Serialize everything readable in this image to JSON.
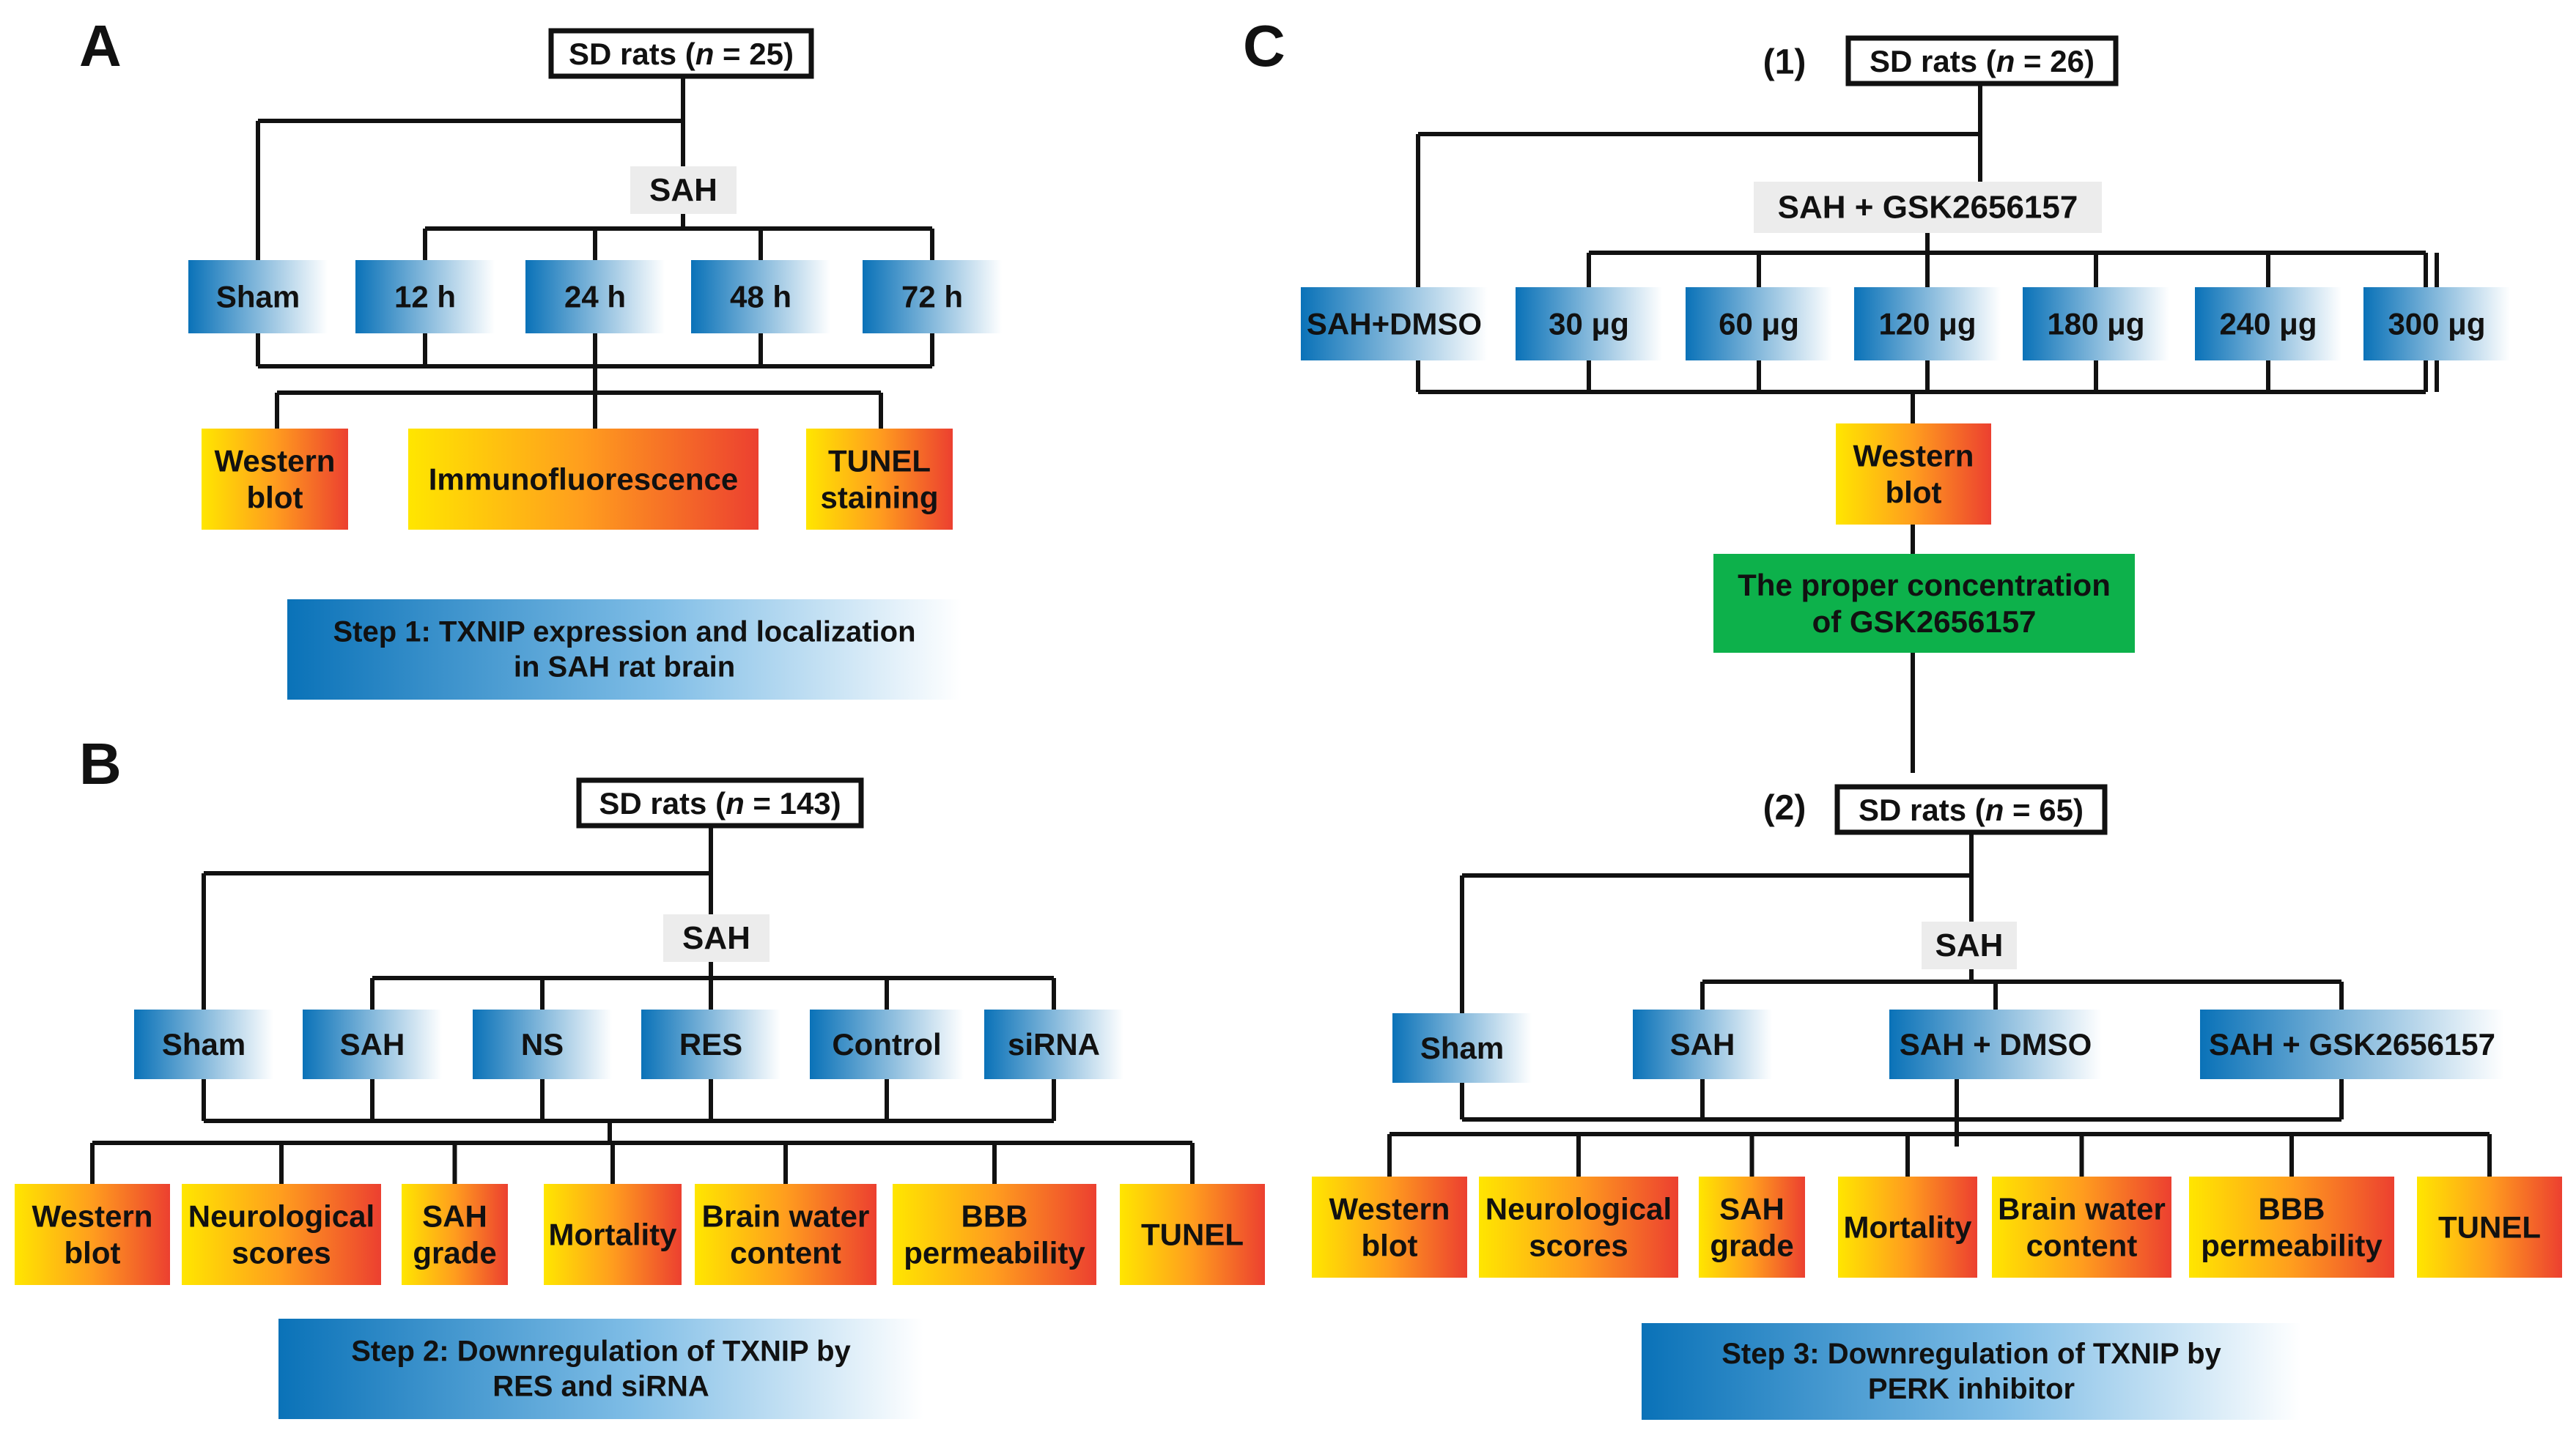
{
  "colors": {
    "blue": "#0a72b8",
    "blue_fade": "#ffffff",
    "yellow": "#ffe600",
    "orange": "#ff8a1f",
    "red": "#ec4030",
    "green": "#0db14b",
    "gray_label": "#ececec",
    "line": "#111111"
  },
  "panel_a": {
    "letter": "A",
    "source": {
      "prefix": "SD rats (",
      "n": "n",
      "suffix": " = 25)"
    },
    "sah_label": "SAH",
    "groups": [
      "Sham",
      "12 h",
      "24 h",
      "48 h",
      "72 h"
    ],
    "assays": [
      [
        "Western",
        "blot"
      ],
      [
        "Immunofluorescence"
      ],
      [
        "TUNEL",
        "staining"
      ]
    ],
    "step": [
      "Step 1: TXNIP expression and localization",
      "in SAH rat brain"
    ]
  },
  "panel_b": {
    "letter": "B",
    "source": {
      "prefix": "SD rats (",
      "n": "n",
      "suffix": " = 143)"
    },
    "sah_label": "SAH",
    "groups": [
      "Sham",
      "SAH",
      "NS",
      "RES",
      "Control",
      "siRNA"
    ],
    "assays": [
      [
        "Western",
        "blot"
      ],
      [
        "Neurological",
        "scores"
      ],
      [
        "SAH",
        "grade"
      ],
      [
        "Mortality"
      ],
      [
        "Brain water",
        "content"
      ],
      [
        "BBB",
        "permeability"
      ],
      [
        "TUNEL"
      ]
    ],
    "step": [
      "Step 2: Downregulation of TXNIP by",
      "RES and siRNA"
    ]
  },
  "panel_c": {
    "letter": "C",
    "part1_marker": "(1)",
    "source1": {
      "prefix": "SD rats (",
      "n": "n",
      "suffix": " = 26)"
    },
    "treatment_label": "SAH + GSK2656157",
    "vehicle": "SAH+DMSO",
    "doses": [
      "30 μg",
      "60 μg",
      "120 μg",
      "180 μg",
      "240 μg",
      "300 μg"
    ],
    "western": [
      "Western",
      "blot"
    ],
    "conclusion": [
      "The proper concentration",
      "of GSK2656157"
    ],
    "part2_marker": "(2)",
    "source2": {
      "prefix": "SD rats (",
      "n": "n",
      "suffix": " = 65)"
    },
    "sah_label": "SAH",
    "groups": [
      "Sham",
      "SAH",
      "SAH + DMSO",
      "SAH + GSK2656157"
    ],
    "assays": [
      [
        "Western",
        "blot"
      ],
      [
        "Neurological",
        "scores"
      ],
      [
        "SAH",
        "grade"
      ],
      [
        "Mortality"
      ],
      [
        "Brain water",
        "content"
      ],
      [
        "BBB",
        "permeability"
      ],
      [
        "TUNEL"
      ]
    ],
    "step": [
      "Step 3: Downregulation of TXNIP by",
      "PERK inhibitor"
    ]
  }
}
